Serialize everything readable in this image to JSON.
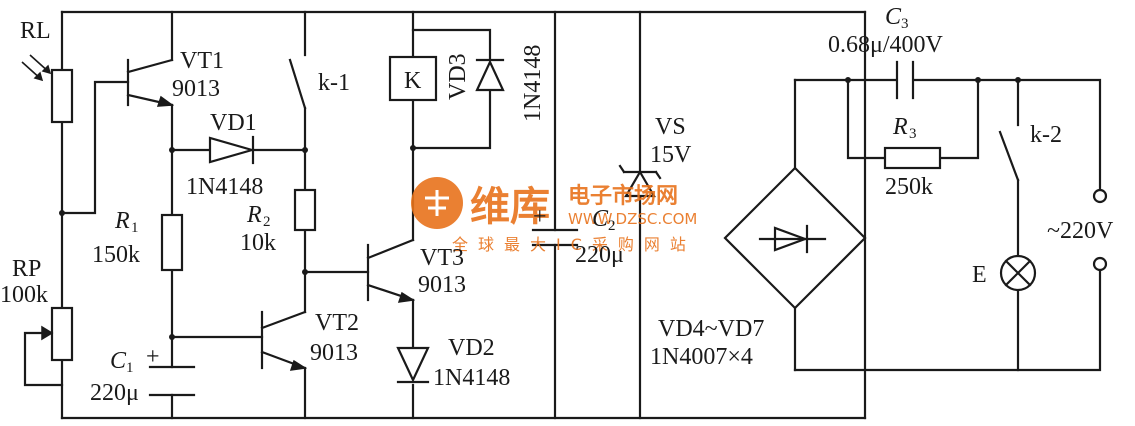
{
  "labels": {
    "rl": "RL",
    "vt1_name": "VT1",
    "vt1_type": "9013",
    "k1": "k-1",
    "relay": "K",
    "vd3": "VD3",
    "vd3_type": "1N4148",
    "vd1": "VD1",
    "vd1_type": "1N4148",
    "r1_name": "R",
    "r1_sub": "1",
    "r1_val": "150k",
    "r2_name": "R",
    "r2_sub": "2",
    "r2_val": "10k",
    "rp_name": "RP",
    "rp_val": "100k",
    "vt2_name": "VT2",
    "vt2_type": "9013",
    "vt3_name": "VT3",
    "vt3_type": "9013",
    "vd2": "VD2",
    "vd2_type": "1N4148",
    "c1_name": "C",
    "c1_sub": "1",
    "c1_plus": "+",
    "c1_val": "220μ",
    "c2_name": "C",
    "c2_sub": "2",
    "c2_plus": "+",
    "c2_val": "220μ",
    "vs_name": "VS",
    "vs_val": "15V",
    "c3_name": "C",
    "c3_sub": "3",
    "c3_val": "0.68μ/400V",
    "r3_name": "R",
    "r3_sub": "3",
    "r3_val": "250k",
    "k2": "k-2",
    "bridge_name": "VD4~VD7",
    "bridge_type": "1N4007×4",
    "lamp": "E",
    "mains": "~220V"
  },
  "watermark": {
    "brand": "维库",
    "tagline": "电子市场网",
    "url": "WWW.DZSC.COM",
    "slogan": "全球最大IC采购网站",
    "color": "#e8731c"
  }
}
